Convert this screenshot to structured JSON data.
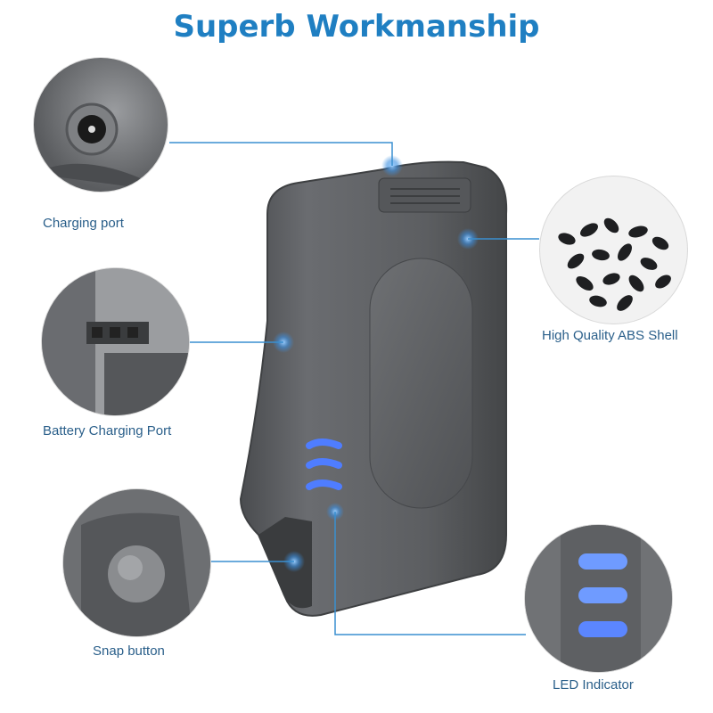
{
  "title": "Superb Workmanship",
  "labels": {
    "charging_port": "Charging port",
    "battery_charging_port": "Battery Charging Port",
    "snap_button": "Snap button",
    "abs_shell": "High Quality ABS Shell",
    "led_indicator": "LED Indicator"
  },
  "colors": {
    "title": "#1f7fc2",
    "label": "#2a5f8a",
    "leader": "#3a8fd0",
    "led": "#3f6fff",
    "body": "#5b5d60"
  }
}
